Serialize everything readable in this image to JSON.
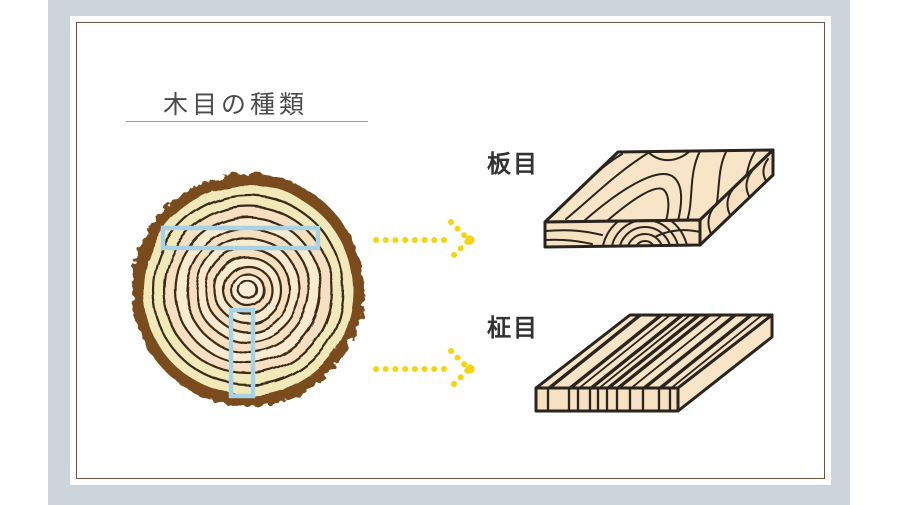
{
  "page": {
    "outer_background": "#ffffff",
    "panel_background": "#ccd5dc",
    "card_background": "#ffffff",
    "card_border_color": "#6b5242"
  },
  "header": {
    "title": "木目の種類"
  },
  "diagram": {
    "log": {
      "icon": "tree-cross-section-icon",
      "bark_color": "#7a4b1c",
      "ring_line_color": "#3a2a16",
      "wood_band_colors": [
        "#f2e9bb",
        "#f7e0c2",
        "#f9ead0"
      ],
      "highlight_color": "#a8d3e6",
      "highlights": [
        {
          "orientation": "horizontal",
          "meaning": "tangential cut",
          "points_to": "板目"
        },
        {
          "orientation": "vertical",
          "meaning": "radial cut",
          "points_to": "柾目"
        }
      ]
    },
    "arrows": {
      "icon": "yellow-dotted-arrow-icon",
      "color": "#f6d414",
      "count": 2
    },
    "planks": [
      {
        "label": "板目",
        "grain_style": "flat-sawn wavy cathedral grain"
      },
      {
        "label": "柾目",
        "grain_style": "quarter-sawn straight grain"
      }
    ],
    "plank_fill": "#f8e5c7",
    "outline_color": "#2a241e"
  }
}
